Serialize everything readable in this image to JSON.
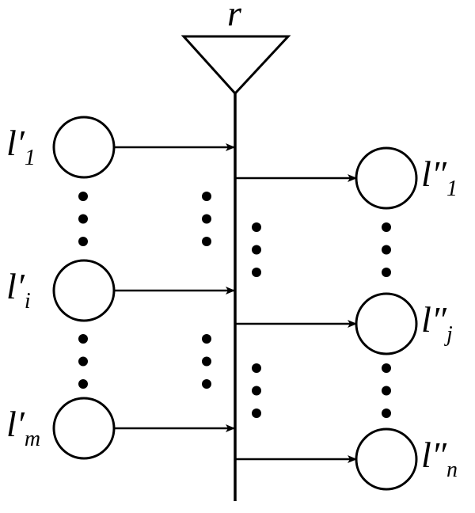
{
  "root": {
    "id": "r",
    "label": "r"
  },
  "colors": {
    "stroke": "#000000",
    "fill": "#ffffff"
  },
  "inputs": [
    {
      "id": "l1p",
      "base": "l",
      "prime": "′",
      "sub": "1"
    },
    {
      "id": "lip",
      "base": "l",
      "prime": "′",
      "sub": "i"
    },
    {
      "id": "lmp",
      "base": "l",
      "prime": "′",
      "sub": "m"
    }
  ],
  "outputs": [
    {
      "id": "l1pp",
      "base": "l",
      "prime": "″",
      "sub": "1"
    },
    {
      "id": "ljpp",
      "base": "l",
      "prime": "″",
      "sub": "j"
    },
    {
      "id": "lnpp",
      "base": "l",
      "prime": "″",
      "sub": "n"
    }
  ],
  "edges": [
    {
      "from": "l1p",
      "to": "r"
    },
    {
      "from": "lip",
      "to": "r"
    },
    {
      "from": "lmp",
      "to": "r"
    },
    {
      "from": "r",
      "to": "l1pp"
    },
    {
      "from": "r",
      "to": "ljpp"
    },
    {
      "from": "r",
      "to": "lnpp"
    }
  ],
  "ellipsis_groups": [
    {
      "between": [
        "l1p",
        "lip"
      ],
      "column": "inputs"
    },
    {
      "between": [
        "lip",
        "lmp"
      ],
      "column": "inputs"
    },
    {
      "between": [
        "l1p",
        "lip"
      ],
      "column": "trunk-in"
    },
    {
      "between": [
        "lip",
        "lmp"
      ],
      "column": "trunk-in"
    },
    {
      "between": [
        "l1pp",
        "ljpp"
      ],
      "column": "trunk-out"
    },
    {
      "between": [
        "ljpp",
        "lnpp"
      ],
      "column": "trunk-out"
    },
    {
      "between": [
        "l1pp",
        "ljpp"
      ],
      "column": "outputs"
    },
    {
      "between": [
        "ljpp",
        "lnpp"
      ],
      "column": "outputs"
    }
  ]
}
